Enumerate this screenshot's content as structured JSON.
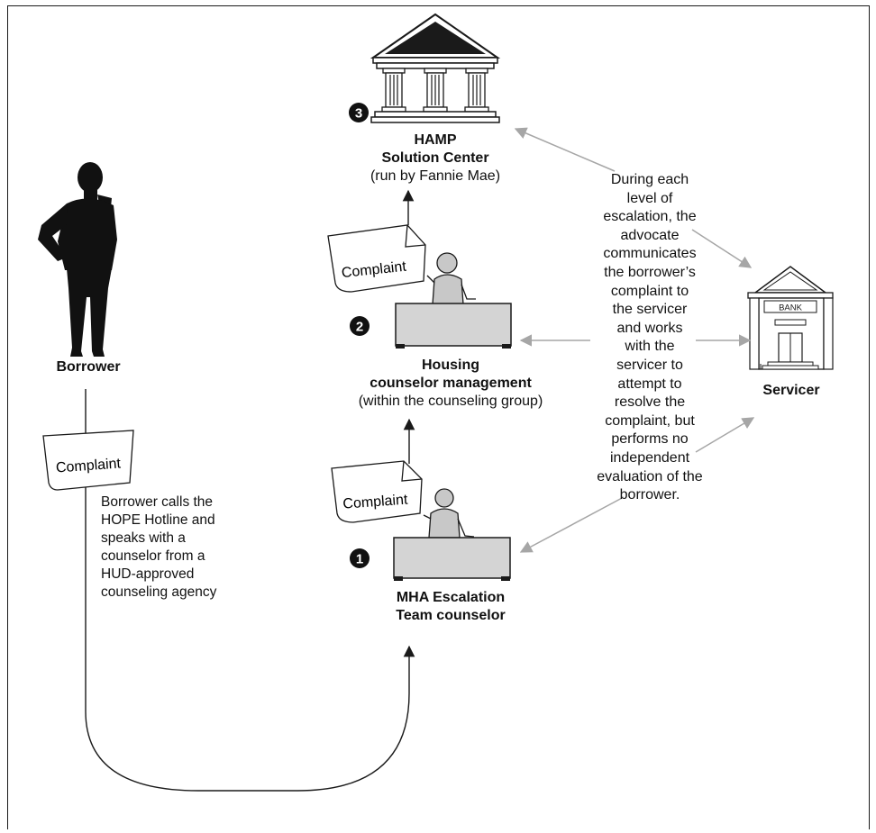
{
  "complaint_label": "Complaint",
  "borrower": {
    "label": "Borrower"
  },
  "borrower_note": [
    "Borrower calls the",
    "HOPE Hotline and",
    "speaks with a",
    "counselor from a",
    "HUD-approved",
    "counseling agency"
  ],
  "level1": {
    "number": "1",
    "title_line1": "MHA Escalation",
    "title_line2": "Team counselor"
  },
  "level2": {
    "number": "2",
    "title_line1": "Housing",
    "title_line2": "counselor management",
    "subtitle": "(within the counseling group)"
  },
  "level3": {
    "number": "3",
    "title_line1": "HAMP",
    "title_line2": "Solution Center",
    "subtitle": "(run by Fannie Mae)"
  },
  "servicer": {
    "label": "Servicer",
    "sign": "BANK"
  },
  "advocate_text": [
    "During each",
    "level of",
    "escalation, the",
    "advocate",
    "communicates",
    "the borrower’s",
    "complaint to",
    "the servicer",
    "and works",
    "with the",
    "servicer to",
    "attempt to",
    "resolve the",
    "complaint, but",
    "performs no",
    "independent",
    "evaluation of the",
    "borrower."
  ],
  "colors": {
    "line": "#1a1a1a",
    "gray_arrow": "#a6a6a6",
    "desk_fill": "#d4d4d4",
    "person_fill": "#c8c8c8",
    "silhouette": "#111111"
  }
}
